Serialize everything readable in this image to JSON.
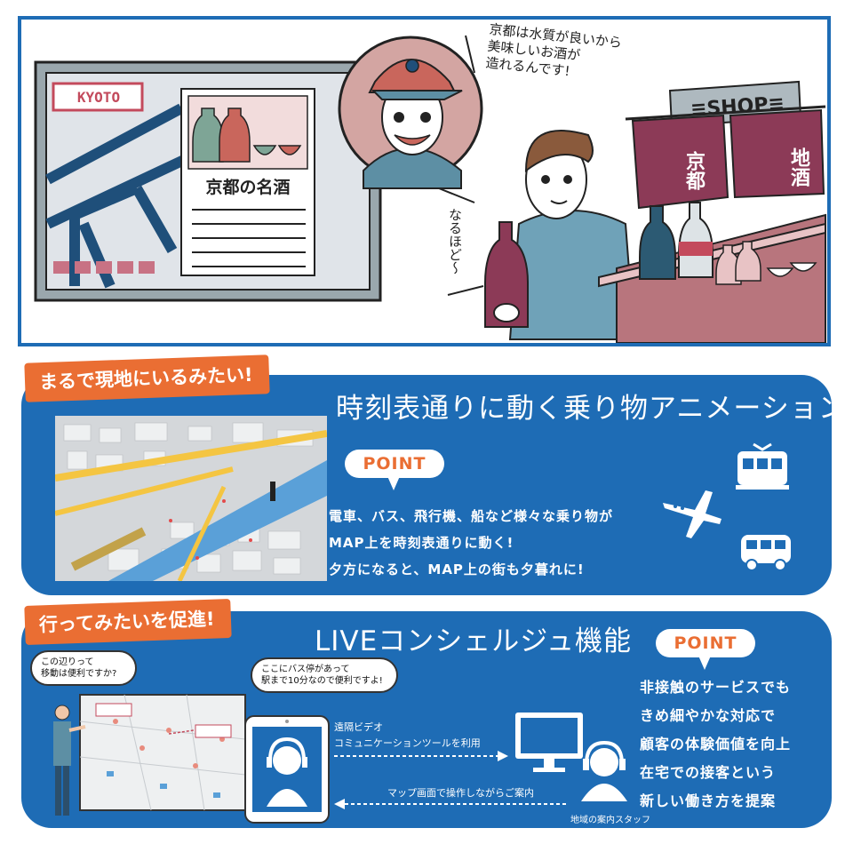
{
  "comic": {
    "map_sign": "KYOTO",
    "poster_caption": "京都の名酒",
    "guide_speech": "京都は水質が良いから\n美味しいお酒が\n造れるんです!",
    "tourist_speech": "なるほど〜",
    "shop_sign": "≡SHOP≡",
    "noren_left": "京都",
    "noren_right": "地酒",
    "colors": {
      "frame": "#1e6cb5",
      "noren": "#8c3a57",
      "bottle_green": "#7ea596",
      "bottle_red": "#c9665c"
    }
  },
  "section1": {
    "tag": "まるで現地にいるみたい!",
    "title": "時刻表通りに動く乗り物アニメーション",
    "point": "POINT",
    "description": [
      "電車、バス、飛行機、船など様々な乗り物が",
      "MAP上を時刻表通りに動く!",
      "夕方になると、MAP上の街も夕暮れに!"
    ],
    "icons": [
      "train-icon",
      "airplane-icon",
      "bus-icon"
    ],
    "colors": {
      "background": "#1e6cb5",
      "tag": "#ea6e33"
    }
  },
  "section2": {
    "tag": "行ってみたいを促進!",
    "title": "LIVEコンシェルジュ機能",
    "visitor_bubble": "この辺りって\n移動は便利ですか?",
    "staff_bubble": "ここにバス停があって\n駅まで10分なので便利ですよ!",
    "video_label": "遠隔ビデオ\nコミュニケーションツールを利用",
    "map_label": "マップ画面で操作しながらご案内",
    "staff_label": "地域の案内スタッフ",
    "point": "POINT",
    "features": [
      "非接触のサービスでも",
      "きめ細やかな対応で",
      "顧客の体験価値を向上",
      "在宅での接客という",
      "新しい働き方を提案"
    ],
    "icons": [
      "tablet-icon",
      "monitor-icon",
      "headset-staff-icon"
    ]
  }
}
